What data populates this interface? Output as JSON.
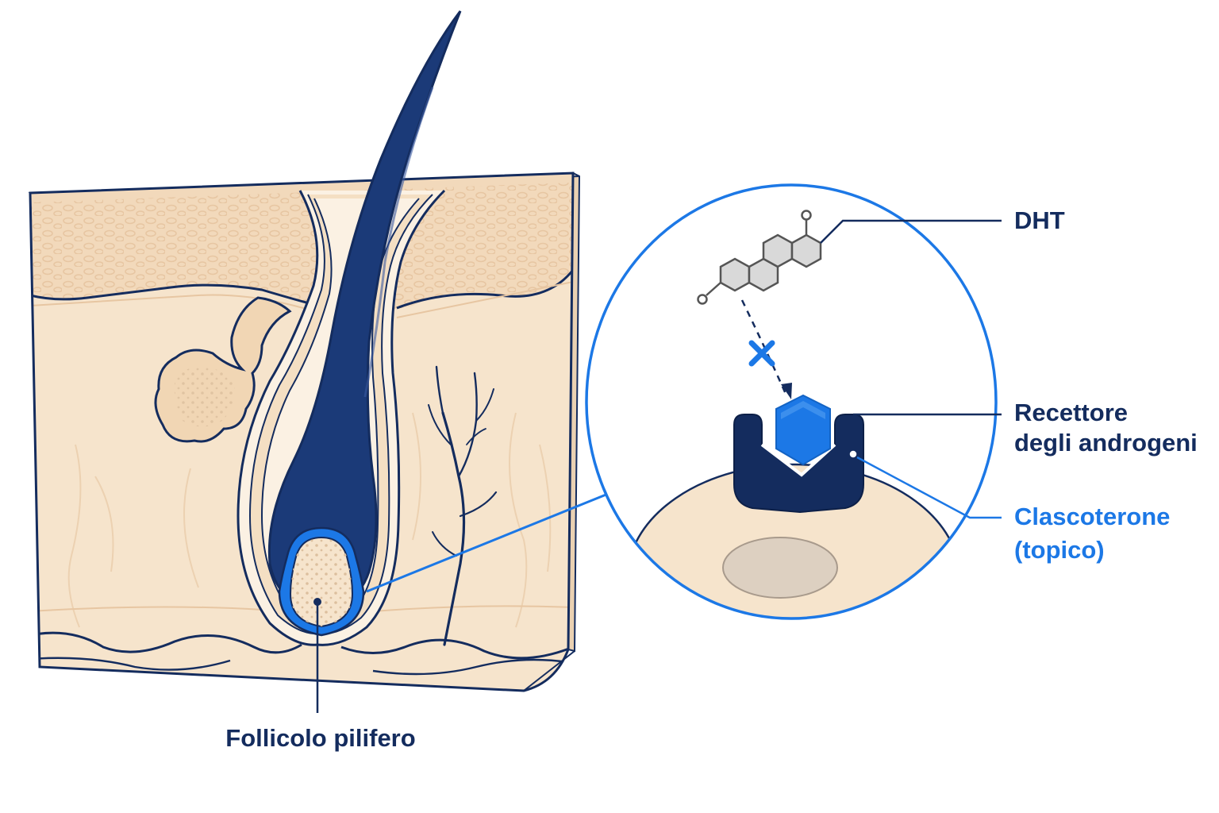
{
  "labels": {
    "follicle": "Follicolo pilifero",
    "dht": "DHT",
    "receptor_line1": "Recettore",
    "receptor_line2": "degli androgeni",
    "drug_line1": "Clascoterone",
    "drug_line2": "(topico)"
  },
  "colors": {
    "navy": "#142c5e",
    "hair": "#1b3a78",
    "accent_blue": "#1c78e6",
    "skin": "#f6e4cc",
    "skin_light": "#fbf1e3",
    "skin_dark": "#eed3b3",
    "molecule_fill": "#d9d9d9"
  },
  "icons": {
    "block_mark": "x-icon",
    "molecule": "steroid-molecule-icon",
    "receptor": "receptor-icon",
    "drug": "hexagon-icon"
  }
}
